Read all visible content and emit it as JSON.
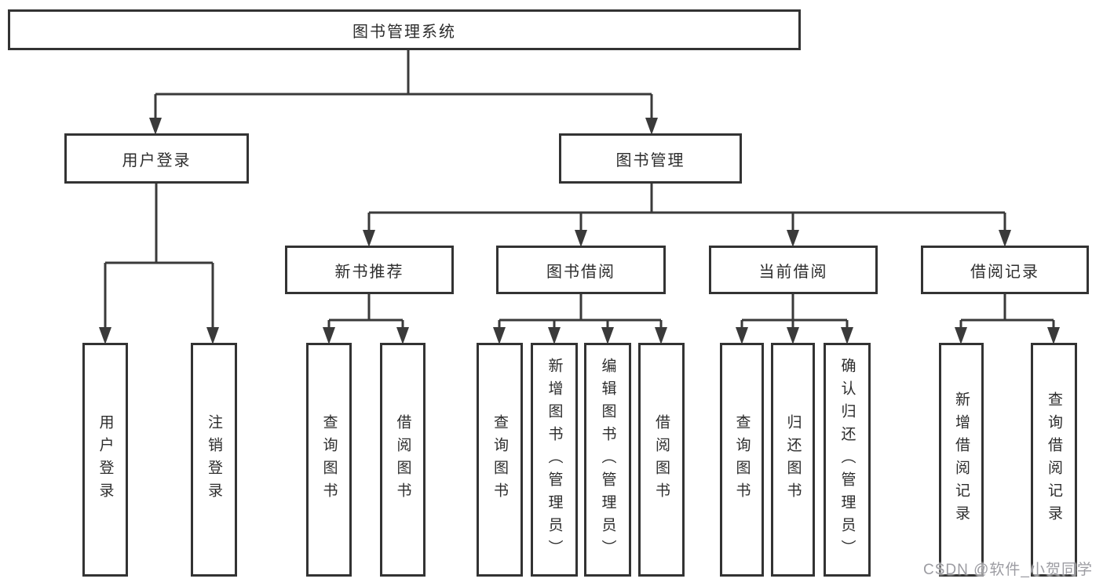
{
  "diagram": {
    "root": {
      "label": "图书管理系统",
      "children": [
        {
          "label": "用户登录",
          "children": [
            {
              "label": "用户登录"
            },
            {
              "label": "注销登录"
            }
          ]
        },
        {
          "label": "图书管理",
          "children": [
            {
              "label": "新书推荐",
              "children": [
                {
                  "label": "查询图书"
                },
                {
                  "label": "借阅图书"
                }
              ]
            },
            {
              "label": "图书借阅",
              "children": [
                {
                  "label": "查询图书"
                },
                {
                  "label": "新增图书（管理员）"
                },
                {
                  "label": "编辑图书（管理员）"
                },
                {
                  "label": "借阅图书"
                }
              ]
            },
            {
              "label": "当前借阅",
              "children": [
                {
                  "label": "查询图书"
                },
                {
                  "label": "归还图书"
                },
                {
                  "label": "确认归还（管理员）"
                }
              ]
            },
            {
              "label": "借阅记录",
              "children": [
                {
                  "label": "新增借阅记录"
                },
                {
                  "label": "查询借阅记录"
                }
              ]
            }
          ]
        }
      ]
    }
  },
  "watermark": {
    "text": "CSDN @软件_小贺同学"
  },
  "colors": {
    "line": "#3a3a3a",
    "box_border": "#333333",
    "text": "#2d2d2d",
    "watermark": "#9c9ca2",
    "background": "#ffffff"
  }
}
